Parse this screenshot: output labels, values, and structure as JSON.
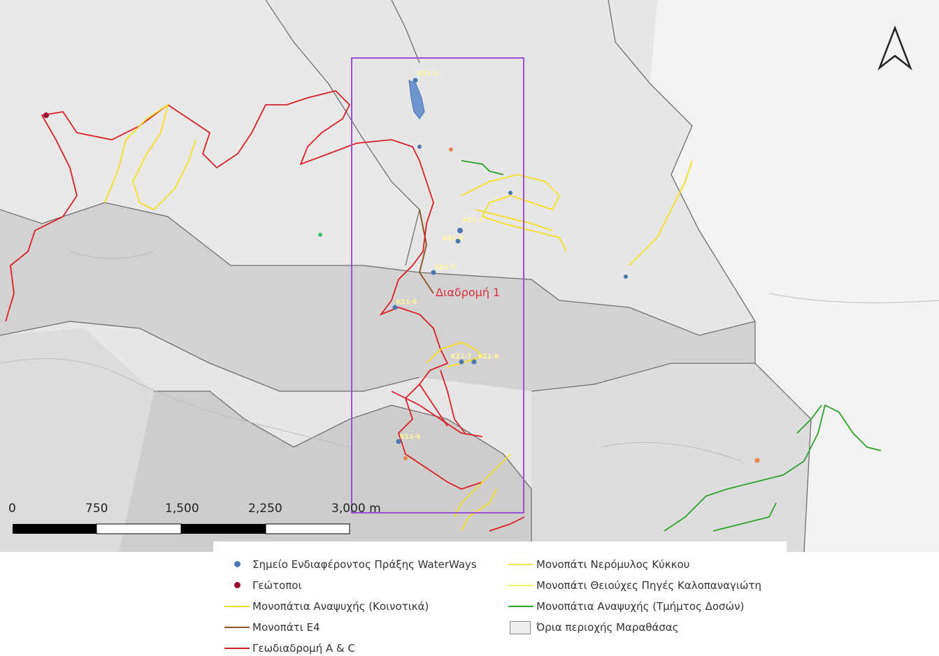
{
  "map": {
    "route_label": "Διαδρομή 1",
    "poi_labels": [
      "ΚΣ1-1",
      "ΚΣ1-3",
      "ΚΣ1-4",
      "ΚΣ1-5",
      "ΚΣ1-6",
      "ΚΣ1-7",
      "ΚΣ1-8",
      "ΚΣ1-9"
    ],
    "north_arrow": "north-arrow-icon"
  },
  "scale_bar": {
    "labels": [
      "0",
      "750",
      "1,500",
      "2,250",
      "3,000 m"
    ]
  },
  "legend": {
    "items": [
      {
        "label": "Σημείο Ενδιαφέροντος Πράξης WaterWays",
        "symbol": "dot",
        "color": "#4b76b0"
      },
      {
        "label": "Γεώτοποι",
        "symbol": "dot",
        "color": "#9b1030"
      },
      {
        "label": "Μονοπάτια Αναψυχής (Κοινοτικά)",
        "symbol": "line",
        "color": "#f4e020"
      },
      {
        "label": "Μονοπάτι Ε4",
        "symbol": "line",
        "color": "#8a5a2a"
      },
      {
        "label": "Γεωδιαδρομή Α & C",
        "symbol": "line",
        "color": "#d8202a"
      },
      {
        "label": "Μονοπάτι Νερόμυλος Κύκκου",
        "symbol": "line",
        "color": "#f0e05a"
      },
      {
        "label": "Μονοπάτι Θειούχες Πηγές Καλοπαναγιώτη",
        "symbol": "line",
        "color": "#f6ee70"
      },
      {
        "label": "Μονοπάτια Αναψυχής (Τμήμτος Δοσών)",
        "symbol": "line",
        "color": "#2fa02a"
      },
      {
        "label": "Όρια περιοχής Μαραθάσας",
        "symbol": "box",
        "color": "#eeeeee"
      }
    ]
  }
}
